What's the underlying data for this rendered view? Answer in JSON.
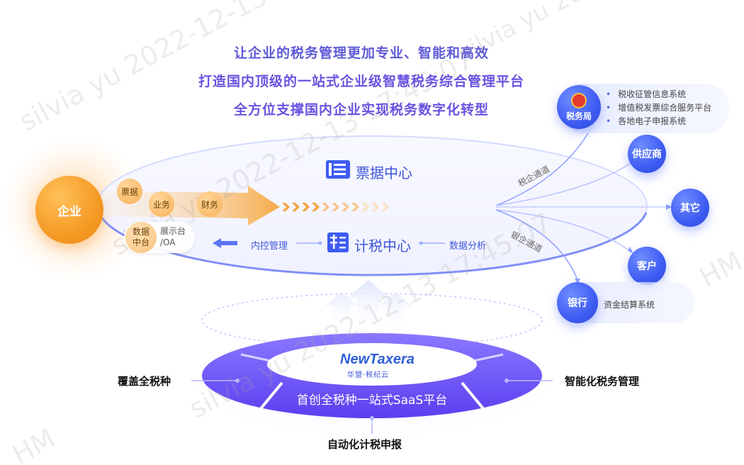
{
  "taglines": [
    "让企业的税务管理更加专业、智能和高效",
    "打造国内顶级的一站式企业级智慧税务综合管理平台",
    "全方位支撑国内企业实现税务数字化转型"
  ],
  "enterprise": {
    "label": "企业",
    "tags": [
      "票据",
      "业务",
      "财务"
    ],
    "data_center": "数据\n中台",
    "display": "展示台\n/OA"
  },
  "centers": {
    "invoice": "票据中心",
    "tax": "计税中心",
    "internal": "内控管理",
    "analysis": "数据分析"
  },
  "channels": {
    "tax": "税企通道",
    "bank": "银企通道"
  },
  "tax_bureau": {
    "label": "税务局",
    "systems": [
      "税收征管信息系统",
      "增值税发票综合服务平台",
      "各地电子申报系统"
    ]
  },
  "nodes": {
    "supplier": "供应商",
    "other": "其它",
    "customer": "客户"
  },
  "bank": {
    "label": "银行",
    "system": "资金结算系统"
  },
  "platform": {
    "logo": "NewTaxera",
    "logo_sub": "华盟·税纪云",
    "name": "首创全税种一站式SaaS平台",
    "left": "覆盖全税种",
    "right": "智能化税务管理",
    "bottom": "自动化计税申报"
  },
  "watermark": "silvia yu 2022-12-13 17:45:07",
  "watermark_hm": "HM",
  "colors": {
    "accent": "#3e5cf2",
    "orange": "#f5a030",
    "purple": "#7b5cf0"
  }
}
